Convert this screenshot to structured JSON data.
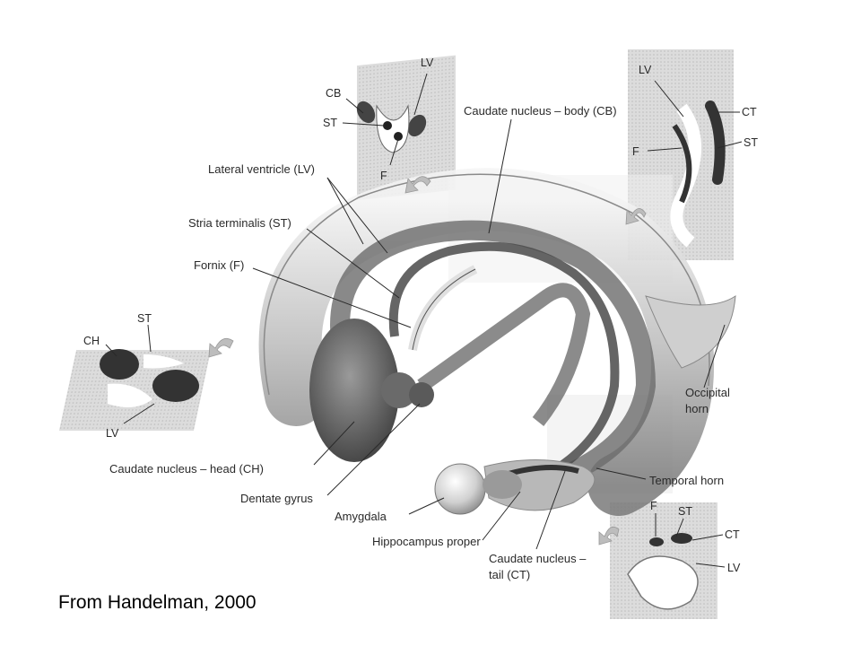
{
  "credit": "From Handelman, 2000",
  "labels": {
    "lateral_ventricle": "Lateral ventricle (LV)",
    "stria_terminalis": "Stria terminalis (ST)",
    "fornix": "Fornix (F)",
    "caudate_body": "Caudate nucleus – body (CB)",
    "caudate_head": "Caudate nucleus – head (CH)",
    "dentate_gyrus": "Dentate gyrus",
    "amygdala": "Amygdala",
    "hippocampus_proper": "Hippocampus proper",
    "caudate_tail_1": "Caudate nucleus –",
    "caudate_tail_2": "tail (CT)",
    "temporal_horn": "Temporal horn",
    "occipital_horn_1": "Occipital",
    "occipital_horn_2": "horn"
  },
  "insets": {
    "top": {
      "lv": "LV",
      "cb": "CB",
      "st": "ST",
      "f": "F"
    },
    "right": {
      "lv": "LV",
      "ct": "CT",
      "st": "ST",
      "f": "F"
    },
    "left": {
      "st": "ST",
      "ch": "CH",
      "lv": "LV"
    },
    "bottom": {
      "f": "F",
      "st": "ST",
      "ct": "CT",
      "lv": "LV"
    }
  }
}
